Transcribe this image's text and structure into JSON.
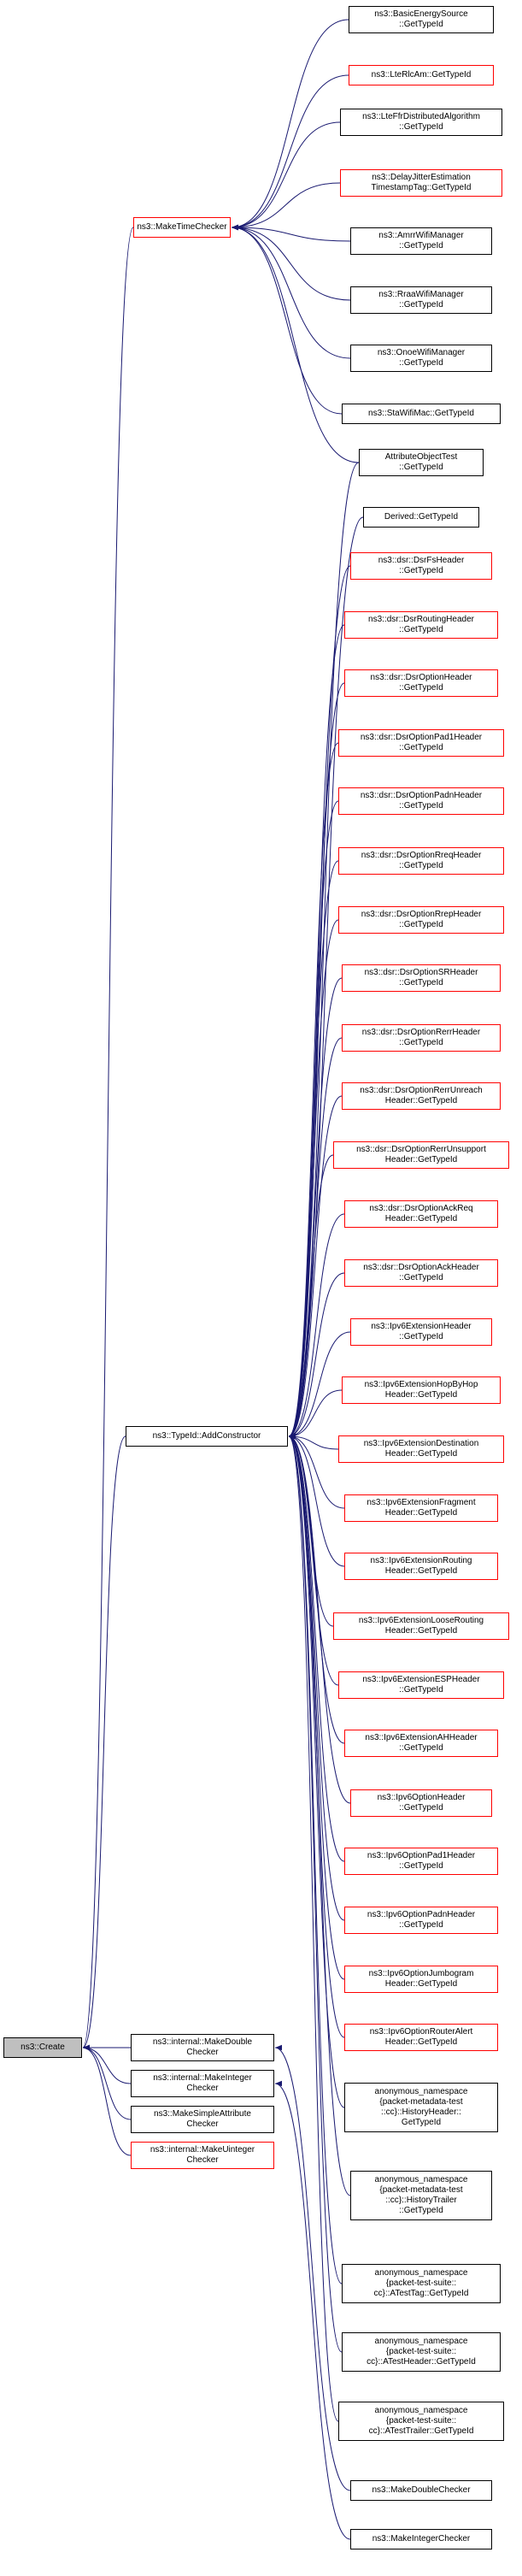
{
  "colors": {
    "edge": "#191970",
    "box_border": "#000000",
    "missing_border": "#ff0000",
    "root_fill": "#bfbfbf"
  },
  "nodes": [
    {
      "id": "create",
      "lines": [
        "ns3::Create"
      ],
      "kind": "root"
    },
    {
      "id": "maketimechecker",
      "lines": [
        "ns3::MakeTimeChecker"
      ],
      "kind": "red"
    },
    {
      "id": "addconstructor",
      "lines": [
        "ns3::TypeId::AddConstructor"
      ],
      "kind": "black"
    },
    {
      "id": "makedoublechecker_int",
      "lines": [
        "ns3::internal::MakeDouble",
        "Checker"
      ],
      "kind": "black"
    },
    {
      "id": "makeintegerchecker_int",
      "lines": [
        "ns3::internal::MakeInteger",
        "Checker"
      ],
      "kind": "black"
    },
    {
      "id": "makesimpleattr",
      "lines": [
        "ns3::MakeSimpleAttribute",
        "Checker"
      ],
      "kind": "black"
    },
    {
      "id": "makeuintegerchecker_int",
      "lines": [
        "ns3::internal::MakeUinteger",
        "Checker"
      ],
      "kind": "red"
    },
    {
      "id": "basicenergy",
      "lines": [
        "ns3::BasicEnergySource",
        "::GetTypeId"
      ],
      "kind": "black"
    },
    {
      "id": "lterlcam",
      "lines": [
        "ns3::LteRlcAm::GetTypeId"
      ],
      "kind": "red"
    },
    {
      "id": "lteffr",
      "lines": [
        "ns3::LteFfrDistributedAlgorithm",
        "::GetTypeId"
      ],
      "kind": "black"
    },
    {
      "id": "delayjitter",
      "lines": [
        "ns3::DelayJitterEstimation",
        "TimestampTag::GetTypeId"
      ],
      "kind": "red"
    },
    {
      "id": "amrrwifi",
      "lines": [
        "ns3::AmrrWifiManager",
        "::GetTypeId"
      ],
      "kind": "black"
    },
    {
      "id": "rraawifi",
      "lines": [
        "ns3::RraaWifiManager",
        "::GetTypeId"
      ],
      "kind": "black"
    },
    {
      "id": "onoewifi",
      "lines": [
        "ns3::OnoeWifiManager",
        "::GetTypeId"
      ],
      "kind": "black"
    },
    {
      "id": "stawifimac",
      "lines": [
        "ns3::StaWifiMac::GetTypeId"
      ],
      "kind": "black"
    },
    {
      "id": "attrobjtest",
      "lines": [
        "AttributeObjectTest",
        "::GetTypeId"
      ],
      "kind": "black"
    },
    {
      "id": "derived",
      "lines": [
        "Derived::GetTypeId"
      ],
      "kind": "black"
    },
    {
      "id": "dsrfsheader",
      "lines": [
        "ns3::dsr::DsrFsHeader",
        "::GetTypeId"
      ],
      "kind": "red"
    },
    {
      "id": "dsrroutingheader",
      "lines": [
        "ns3::dsr::DsrRoutingHeader",
        "::GetTypeId"
      ],
      "kind": "red"
    },
    {
      "id": "dsroptionheader",
      "lines": [
        "ns3::dsr::DsrOptionHeader",
        "::GetTypeId"
      ],
      "kind": "red"
    },
    {
      "id": "dsrpad1",
      "lines": [
        "ns3::dsr::DsrOptionPad1Header",
        "::GetTypeId"
      ],
      "kind": "red"
    },
    {
      "id": "dsrpadn",
      "lines": [
        "ns3::dsr::DsrOptionPadnHeader",
        "::GetTypeId"
      ],
      "kind": "red"
    },
    {
      "id": "dsrrreq",
      "lines": [
        "ns3::dsr::DsrOptionRreqHeader",
        "::GetTypeId"
      ],
      "kind": "red"
    },
    {
      "id": "dsrrrep",
      "lines": [
        "ns3::dsr::DsrOptionRrepHeader",
        "::GetTypeId"
      ],
      "kind": "red"
    },
    {
      "id": "dsrsr",
      "lines": [
        "ns3::dsr::DsrOptionSRHeader",
        "::GetTypeId"
      ],
      "kind": "red"
    },
    {
      "id": "dsrrerr",
      "lines": [
        "ns3::dsr::DsrOptionRerrHeader",
        "::GetTypeId"
      ],
      "kind": "red"
    },
    {
      "id": "dsrrerrunreach",
      "lines": [
        "ns3::dsr::DsrOptionRerrUnreach",
        "Header::GetTypeId"
      ],
      "kind": "red"
    },
    {
      "id": "dsrrerrunsupport",
      "lines": [
        "ns3::dsr::DsrOptionRerrUnsupport",
        "Header::GetTypeId"
      ],
      "kind": "red"
    },
    {
      "id": "dsrackreq",
      "lines": [
        "ns3::dsr::DsrOptionAckReq",
        "Header::GetTypeId"
      ],
      "kind": "red"
    },
    {
      "id": "dsrack",
      "lines": [
        "ns3::dsr::DsrOptionAckHeader",
        "::GetTypeId"
      ],
      "kind": "red"
    },
    {
      "id": "ipv6ext",
      "lines": [
        "ns3::Ipv6ExtensionHeader",
        "::GetTypeId"
      ],
      "kind": "red"
    },
    {
      "id": "ipv6hopbyhop",
      "lines": [
        "ns3::Ipv6ExtensionHopByHop",
        "Header::GetTypeId"
      ],
      "kind": "red"
    },
    {
      "id": "ipv6dest",
      "lines": [
        "ns3::Ipv6ExtensionDestination",
        "Header::GetTypeId"
      ],
      "kind": "red"
    },
    {
      "id": "ipv6frag",
      "lines": [
        "ns3::Ipv6ExtensionFragment",
        "Header::GetTypeId"
      ],
      "kind": "red"
    },
    {
      "id": "ipv6routing",
      "lines": [
        "ns3::Ipv6ExtensionRouting",
        "Header::GetTypeId"
      ],
      "kind": "red"
    },
    {
      "id": "ipv6loose",
      "lines": [
        "ns3::Ipv6ExtensionLooseRouting",
        "Header::GetTypeId"
      ],
      "kind": "red"
    },
    {
      "id": "ipv6esp",
      "lines": [
        "ns3::Ipv6ExtensionESPHeader",
        "::GetTypeId"
      ],
      "kind": "red"
    },
    {
      "id": "ipv6ah",
      "lines": [
        "ns3::Ipv6ExtensionAHHeader",
        "::GetTypeId"
      ],
      "kind": "red"
    },
    {
      "id": "ipv6opt",
      "lines": [
        "ns3::Ipv6OptionHeader",
        "::GetTypeId"
      ],
      "kind": "red"
    },
    {
      "id": "ipv6optpad1",
      "lines": [
        "ns3::Ipv6OptionPad1Header",
        "::GetTypeId"
      ],
      "kind": "red"
    },
    {
      "id": "ipv6optpadn",
      "lines": [
        "ns3::Ipv6OptionPadnHeader",
        "::GetTypeId"
      ],
      "kind": "red"
    },
    {
      "id": "ipv6jumbo",
      "lines": [
        "ns3::Ipv6OptionJumbogram",
        "Header::GetTypeId"
      ],
      "kind": "red"
    },
    {
      "id": "ipv6routeralert",
      "lines": [
        "ns3::Ipv6OptionRouterAlert",
        "Header::GetTypeId"
      ],
      "kind": "red"
    },
    {
      "id": "anonhistoryheader",
      "lines": [
        "anonymous_namespace",
        "{packet-metadata-test",
        "::cc}::HistoryHeader::",
        "GetTypeId"
      ],
      "kind": "black"
    },
    {
      "id": "anonhistorytrailer",
      "lines": [
        "anonymous_namespace",
        "{packet-metadata-test",
        "::cc}::HistoryTrailer",
        "::GetTypeId"
      ],
      "kind": "black"
    },
    {
      "id": "anonatesttag",
      "lines": [
        "anonymous_namespace",
        "{packet-test-suite::",
        "cc}::ATestTag::GetTypeId"
      ],
      "kind": "black"
    },
    {
      "id": "anonatestheader",
      "lines": [
        "anonymous_namespace",
        "{packet-test-suite::",
        "cc}::ATestHeader::GetTypeId"
      ],
      "kind": "black"
    },
    {
      "id": "anonatesttrailer",
      "lines": [
        "anonymous_namespace",
        "{packet-test-suite::",
        "cc}::ATestTrailer::GetTypeId"
      ],
      "kind": "black"
    },
    {
      "id": "makedoublechecker",
      "lines": [
        "ns3::MakeDoubleChecker"
      ],
      "kind": "black"
    },
    {
      "id": "makeintegerchecker",
      "lines": [
        "ns3::MakeIntegerChecker"
      ],
      "kind": "black"
    }
  ]
}
